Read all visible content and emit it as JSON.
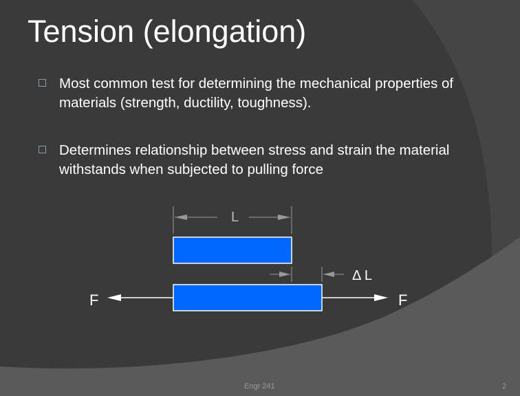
{
  "slide": {
    "title": "Tension (elongation)",
    "bullets": [
      {
        "icon": "square-bullet-icon",
        "text": "Most common test for determining the mechanical properties of materials (strength, ductility, toughness)."
      },
      {
        "icon": "square-bullet-icon",
        "text": "Determines relationship between stress and strain the material withstands when subjected to pulling force"
      }
    ],
    "diagram": {
      "length_label": "L",
      "elongation_label": "Δ L",
      "force_left_label": "F",
      "force_right_label": "F",
      "bar_color": "#0066ff",
      "outline_color": "#ffffff",
      "dimension_color": "#999999"
    },
    "footer": {
      "course": "Engr 241",
      "page_number": "2"
    },
    "colors": {
      "background": "#3a3a3a",
      "arc": "#454545",
      "bottom_band": "#5a5a5a"
    }
  }
}
